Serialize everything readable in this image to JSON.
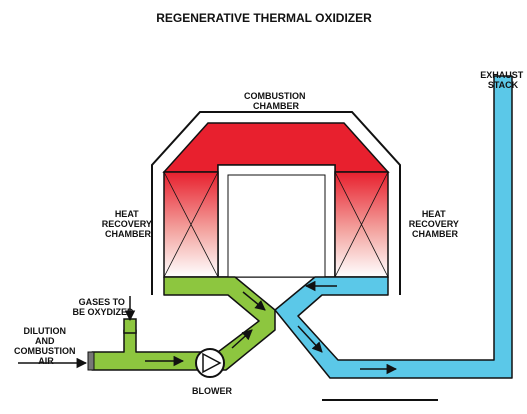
{
  "title": "REGENERATIVE THERMAL OXIDIZER",
  "labels": {
    "combustion_chamber": [
      "COMBUSTION",
      "CHAMBER"
    ],
    "heat_recovery_left": [
      "HEAT",
      "RECOVERY",
      "CHAMBER"
    ],
    "heat_recovery_right": [
      "HEAT",
      "RECOVERY",
      "CHAMBER"
    ],
    "exhaust_stack": [
      "EXHAUST",
      "STACK"
    ],
    "gases": [
      "GASES TO",
      "BE OXYDIZED"
    ],
    "dilution_air": [
      "DILUTION",
      "AND",
      "COMBUSTION",
      "AIR"
    ],
    "blower": "BLOWER"
  },
  "colors": {
    "hot": "#e8202e",
    "inlet_gas": "#8dc63f",
    "clean_gas": "#5bc8e8",
    "outline": "#111111"
  },
  "icons": {
    "blower": "blower-fan-icon",
    "flow": "arrow-icon"
  }
}
